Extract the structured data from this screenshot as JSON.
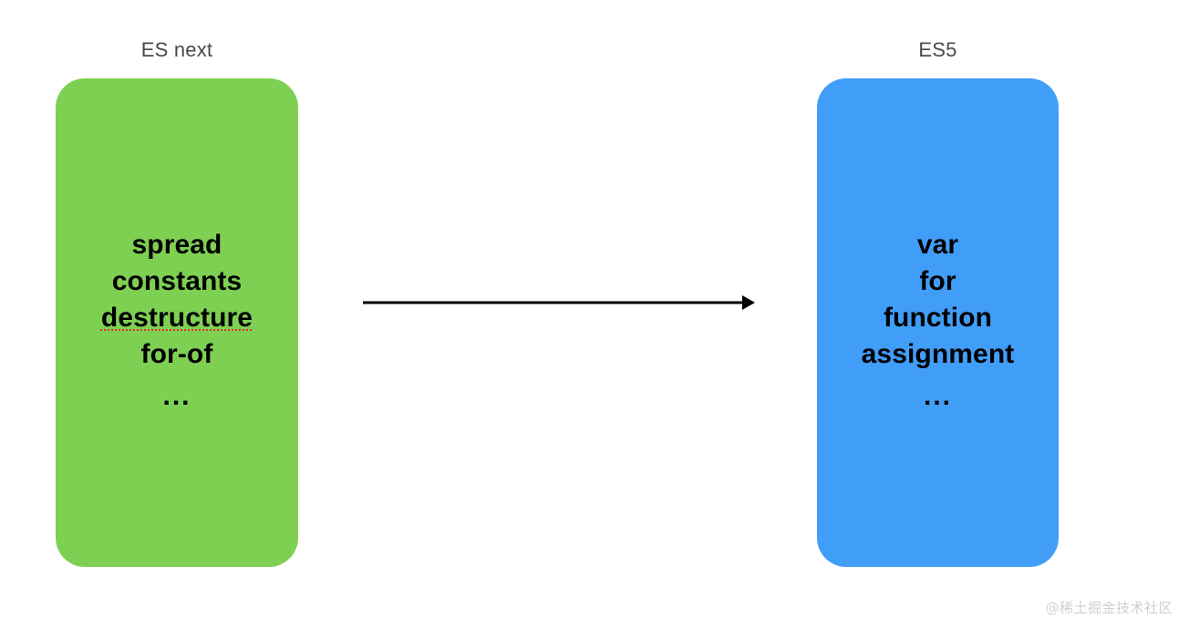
{
  "diagram": {
    "type": "two-box-transform",
    "background_color": "#ffffff",
    "arrow": {
      "name": "transform-arrow",
      "direction": "left-to-right",
      "color": "#000000"
    },
    "left_group": {
      "label": "ES next",
      "label_color": "#4a4a4a",
      "box_color": "#7ed053",
      "items": [
        {
          "text": "spread",
          "misspelled": false
        },
        {
          "text": "constants",
          "misspelled": false
        },
        {
          "text": "destructure",
          "misspelled": true
        },
        {
          "text": "for-of",
          "misspelled": false
        },
        {
          "text": "...",
          "misspelled": false
        }
      ]
    },
    "right_group": {
      "label": "ES5",
      "label_color": "#4a4a4a",
      "box_color": "#409ef9",
      "items": [
        {
          "text": "var",
          "misspelled": false
        },
        {
          "text": "for",
          "misspelled": false
        },
        {
          "text": "function",
          "misspelled": false
        },
        {
          "text": "assignment",
          "misspelled": false
        },
        {
          "text": "...",
          "misspelled": false
        }
      ]
    },
    "spellcheck_underline_color": "#e03030"
  },
  "watermark": {
    "text": "@稀土掘金技术社区",
    "color": "#cfcfcf"
  }
}
